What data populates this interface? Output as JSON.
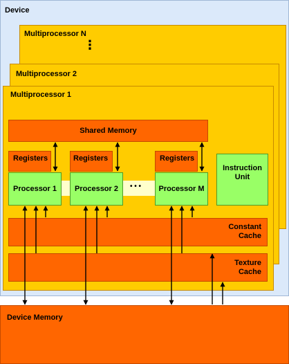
{
  "device": {
    "title": "Device"
  },
  "multiprocessors": {
    "n_title": "Multiprocessor N",
    "ellipsis_vertical": "⋮",
    "two_title": "Multiprocessor 2",
    "one_title": "Multiprocessor 1"
  },
  "blocks": {
    "shared_memory": "Shared Memory",
    "registers": "Registers",
    "processor_1": "Processor 1",
    "processor_2": "Processor 2",
    "processor_m": "Processor M",
    "ellipsis_horizontal": "• • •",
    "instruction_unit_line1": "Instruction",
    "instruction_unit_line2": "Unit",
    "constant_cache_line1": "Constant",
    "constant_cache_line2": "Cache",
    "texture_cache_line1": "Texture",
    "texture_cache_line2": "Cache",
    "device_memory": "Device Memory"
  },
  "colors": {
    "device_bg": "#dbe9fa",
    "multiprocessor": "#ffcc00",
    "memory_orange": "#ff6600",
    "processor_green": "#99ff66",
    "interconnect": "#ffffcc"
  }
}
